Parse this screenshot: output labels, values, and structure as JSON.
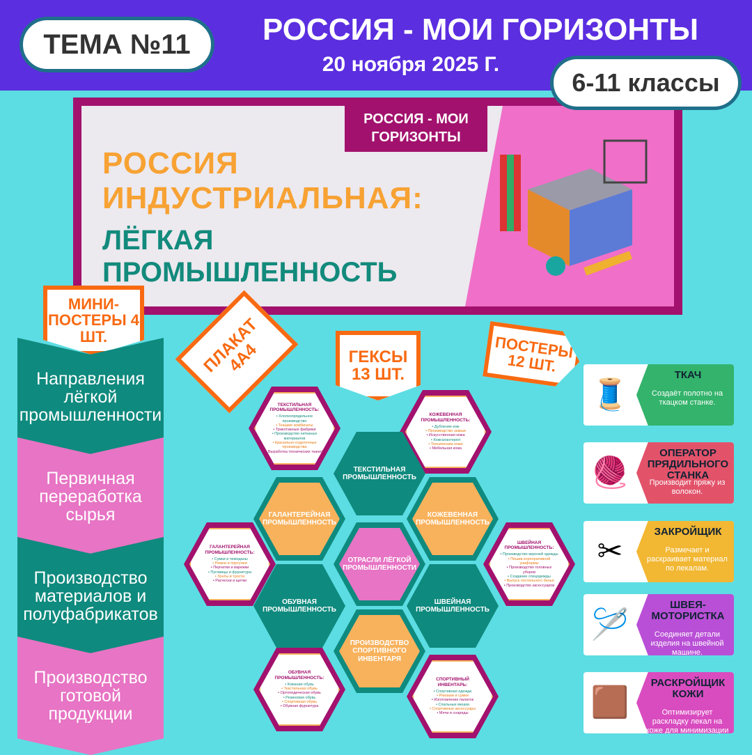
{
  "header": {
    "badge": "ТЕМА №11",
    "title": "РОССИЯ - МОИ ГОРИЗОНТЫ",
    "date": "20 ноября 2025 Г.",
    "grades": "6-11 классы"
  },
  "banner": {
    "tag": "РОССИЯ - МОИ ГОРИЗОНТЫ",
    "line1": "РОССИЯ ИНДУСТРИАЛЬНАЯ:",
    "line2": "ЛЁГКАЯ ПРОМЫШЛЕННОСТЬ"
  },
  "labels": {
    "mini": "МИНИ-ПОСТЕРЫ 4 ШТ.",
    "plakat": "ПЛАКАТ 4А4",
    "hexes": "ГЕКСЫ 13 ШТ.",
    "posters": "ПОСТЕРЫ 12 ШТ."
  },
  "mini_posters": [
    "Направления лёгкой промышленности",
    "Первичная переработка сырья",
    "Производство материалов и полуфабрикатов",
    "Производство готовой продукции"
  ],
  "cards": [
    {
      "title": "ТКАЧ",
      "desc": "Создаёт полотно на ткацком станке.",
      "color": "#33b36b",
      "icon": "loom-icon"
    },
    {
      "title": "ОПЕРАТОР ПРЯДИЛЬНОГО СТАНКА",
      "desc": "Производит пряжу из волокон.",
      "color": "#e2536a",
      "icon": "spools-icon"
    },
    {
      "title": "ЗАКРОЙЩИК",
      "desc": "Размечает и раскраивает материал по лекалам.",
      "color": "#f2b733",
      "icon": "scissors-icon"
    },
    {
      "title": "ШВЕЯ-МОТОРИСТКА",
      "desc": "Соединяет детали изделия на швейной машине.",
      "color": "#b94fd6",
      "icon": "sewing-machine-icon"
    },
    {
      "title": "РАСКРОЙЩИК КОЖИ",
      "desc": "Оптимизирует раскладку лекал на коже для минимизации отходов.",
      "color": "#d94cc0",
      "icon": "leather-icon"
    }
  ],
  "hexes": [
    {
      "type": "info",
      "title": "ТЕКСТИЛЬНАЯ ПРОМЫШЛЕННОСТЬ:",
      "items": [
        "Хлопкопрядильное производство",
        "Ткацкие комбинаты",
        "Трикотажные фабрики",
        "Производство нетканых материалов",
        "Красильно-отделочные производства",
        "Выработка технических тканей"
      ]
    },
    {
      "type": "info",
      "title": "КОЖЕВЕННАЯ ПРОМЫШЛЕННОСТЬ:",
      "items": [
        "Дубление кож",
        "Производство замши",
        "Искусственная кожа",
        "Кожгалантерея",
        "Технические кожи",
        "Мебельная кожа"
      ]
    },
    {
      "type": "title",
      "title": "ТЕКСТИЛЬНАЯ ПРОМЫШЛЕННОСТЬ",
      "fill": "#0f8a7e"
    },
    {
      "type": "title",
      "title": "ГАЛАНТЕРЕЙНАЯ ПРОМЫШЛЕННОСТЬ",
      "fill": "#f8b25c"
    },
    {
      "type": "title",
      "title": "КОЖЕВЕННАЯ ПРОМЫШЛЕННОСТЬ",
      "fill": "#f8b25c"
    },
    {
      "type": "info",
      "title": "ГАЛАНТЕРЕЙНАЯ ПРОМЫШЛЕННОСТЬ:",
      "items": [
        "Сумки и чемоданы",
        "Ремни и портупеи",
        "Перчатки и варежки",
        "Пуговицы и фурнитура",
        "Зонты и трости",
        "Расчески и щетки"
      ]
    },
    {
      "type": "title",
      "title": "ОТРАСЛИ ЛЁГКОЙ ПРОМЫШЛЕННОСТИ",
      "fill": "#e774c4"
    },
    {
      "type": "info",
      "title": "ШВЕЙНАЯ ПРОМЫШЛЕННОСТЬ:",
      "items": [
        "Производство верхней одежды",
        "Пошив корпоративной униформы",
        "Производство головных уборов",
        "Создание спецодежды",
        "Выпуск постельного белья",
        "Производство аксессуаров"
      ]
    },
    {
      "type": "title",
      "title": "ОБУВНАЯ ПРОМЫШЛЕННОСТЬ",
      "fill": "#0f8a7e"
    },
    {
      "type": "title",
      "title": "ШВЕЙНАЯ ПРОМЫШЛЕННОСТЬ",
      "fill": "#0f8a7e"
    },
    {
      "type": "info",
      "title": "ОБУВНАЯ ПРОМЫШЛЕННОСТЬ:",
      "items": [
        "Кожаная обувь",
        "Текстильная обувь",
        "Ортопедическая обувь",
        "Резиновая обувь",
        "Спортивная обувь",
        "Обувная фурнитура"
      ]
    },
    {
      "type": "title",
      "title": "ПРОИЗВОДСТВО СПОРТИВНОГО ИНВЕНТАРЯ",
      "fill": "#f8b25c"
    },
    {
      "type": "info",
      "title": "СПОРТИВНЫЙ ИНВЕНТАРЬ:",
      "items": [
        "Спортивная одежда",
        "Рюкзаки и сумки",
        "Изготовление палаток",
        "Спальные мешки",
        "Спортивные аксессуары",
        "Мячи и снаряды"
      ]
    }
  ],
  "colors": {
    "background": "#5cdde3",
    "header": "#5b2ee0",
    "magenta": "#a2116d",
    "teal": "#0f8a7e",
    "orange": "#f86a12"
  }
}
